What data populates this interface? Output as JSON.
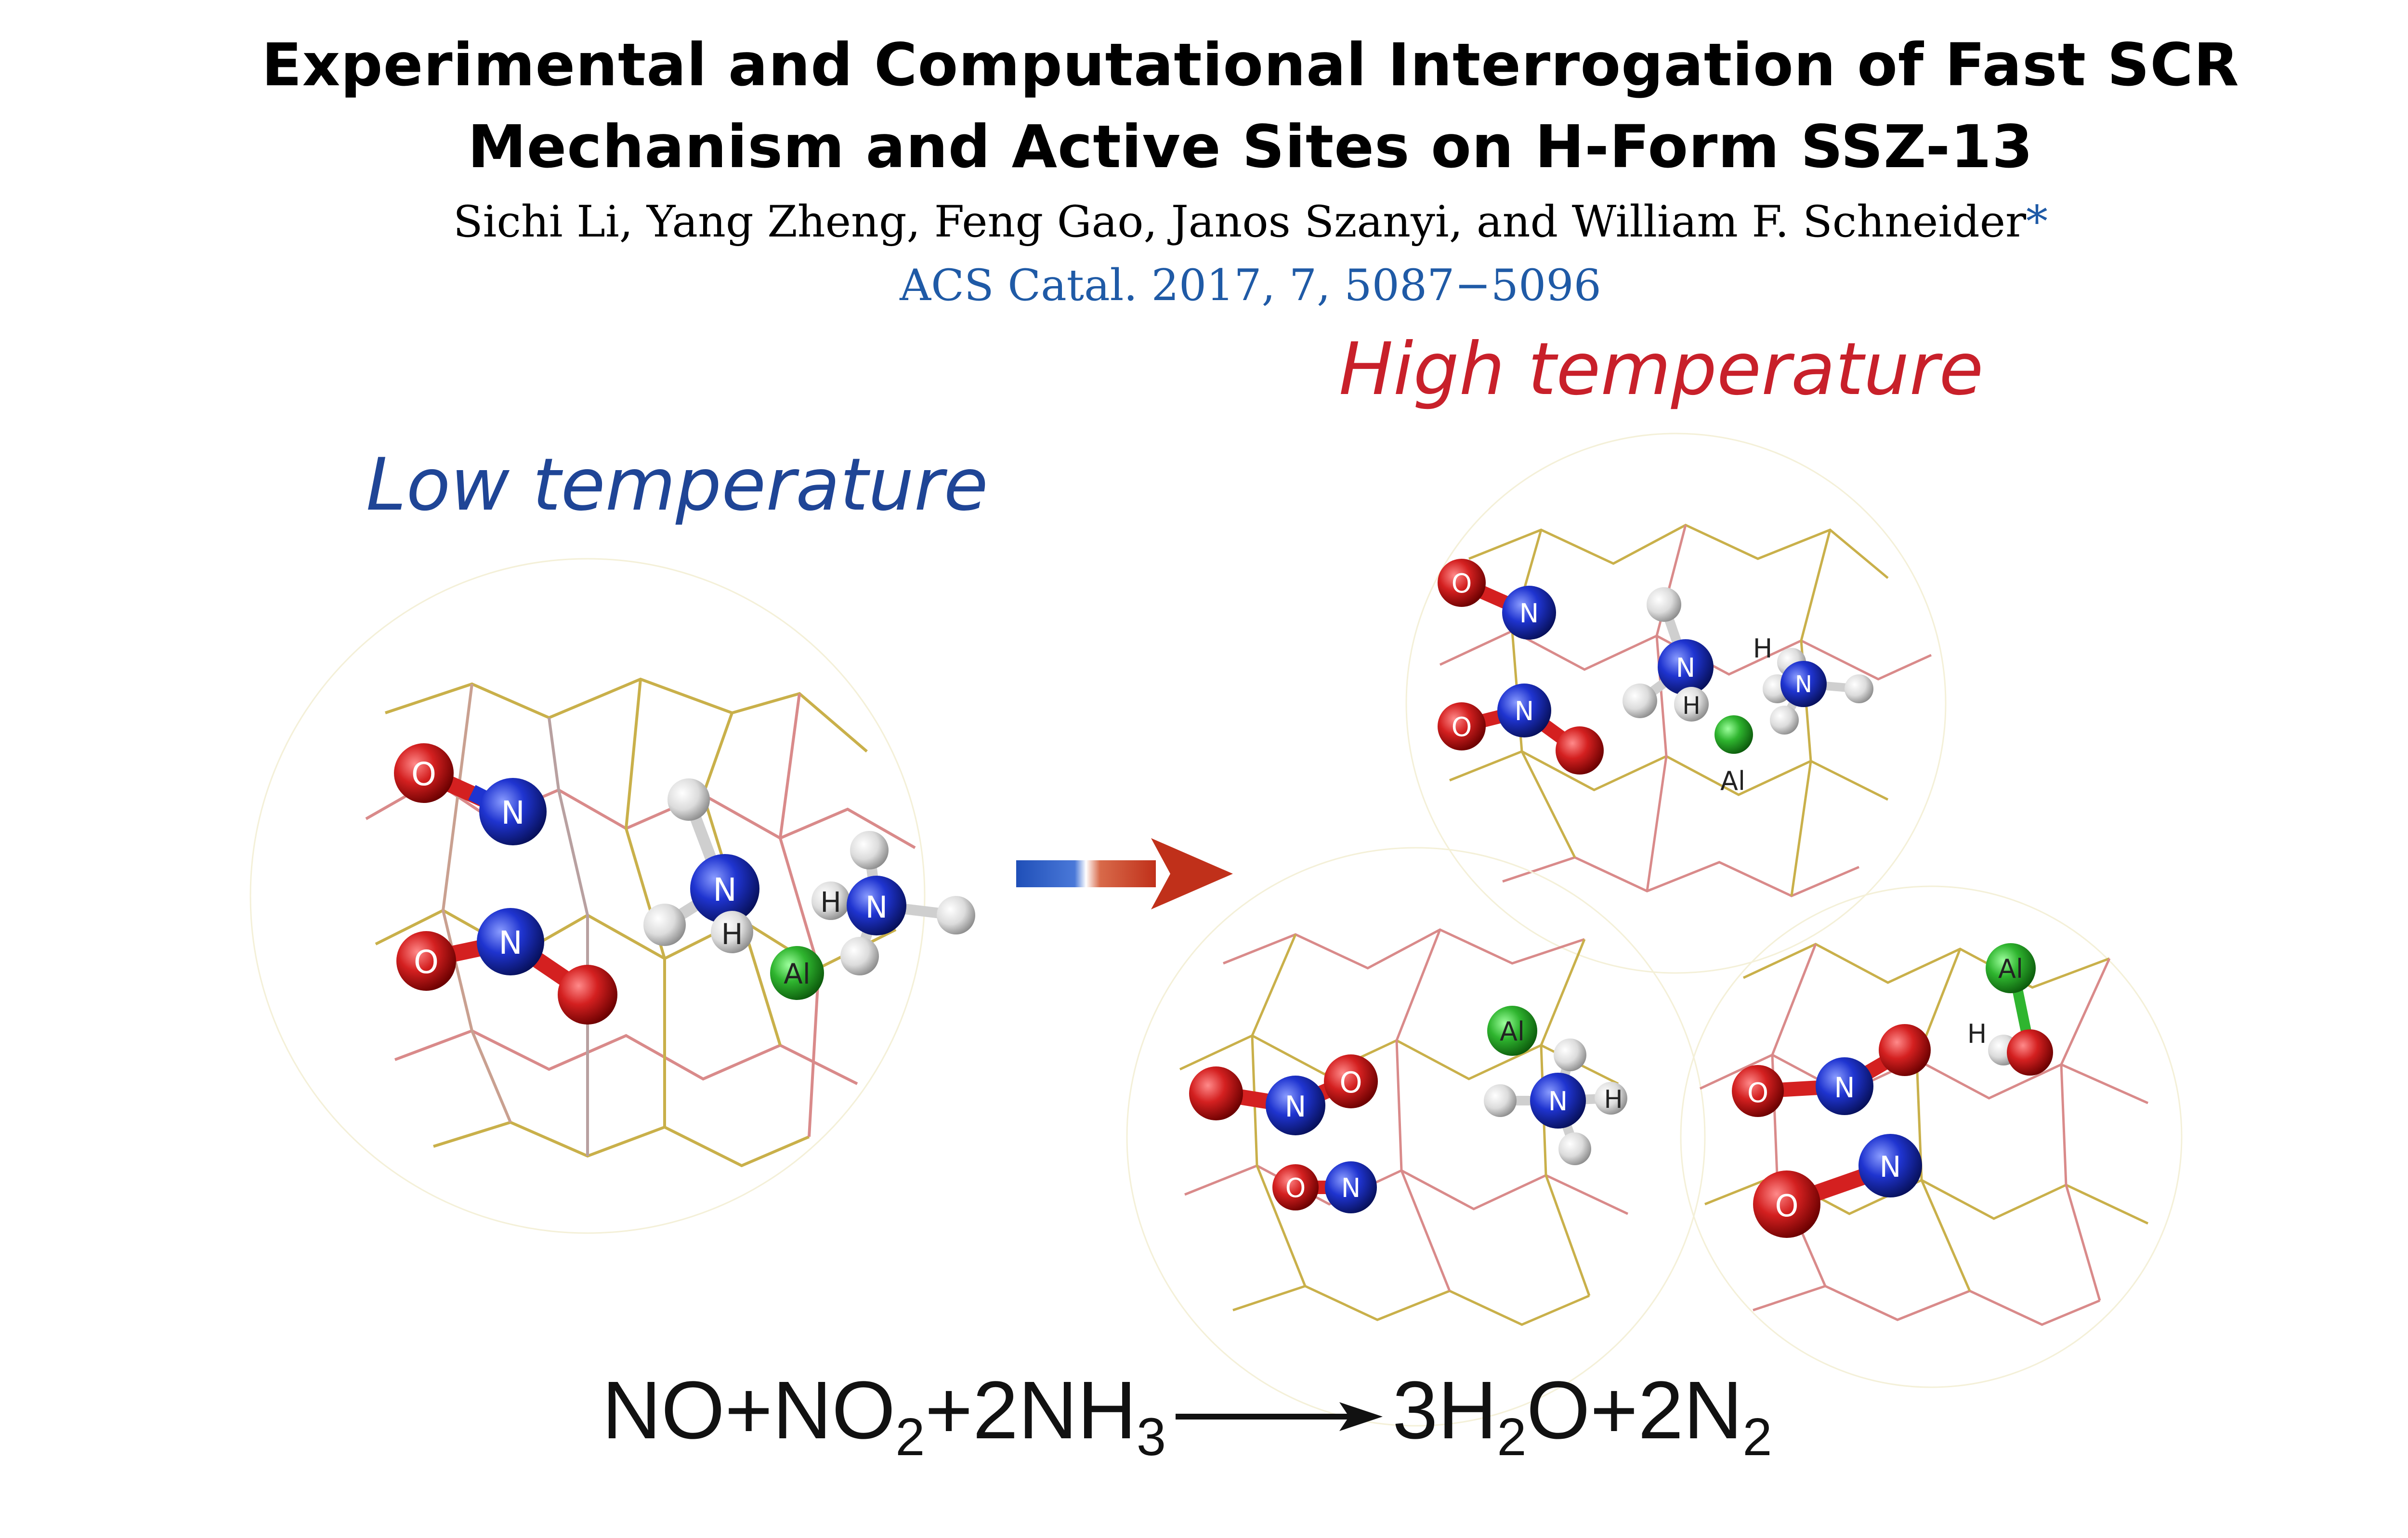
{
  "title_line1": "Experimental and Computational Interrogation of Fast SCR",
  "title_line2": "Mechanism and Active Sites on H-Form SSZ-13",
  "authors": "Sichi Li, Yang Zheng, Feng Gao, Janos Szanyi, and William F. Schneider",
  "author_mark": "*",
  "citation": "ACS Catal. 2017, 7, 5087−5096",
  "label_low": "Low temperature",
  "label_high": "High temperature",
  "equation": {
    "left_a": "NO+NO",
    "sub_2a": "2",
    "left_b": "+2NH",
    "sub_3": "3",
    "right_a": "3H",
    "sub_2b": "2",
    "right_b": "O+2N",
    "sub_2c": "2"
  },
  "atom_labels": {
    "o": "O",
    "n": "N",
    "h": "H",
    "al": "Al"
  },
  "colors": {
    "oxygen": "#c81c1c",
    "nitrogen": "#1a2fc4",
    "hydrogen": "#e6e6e6",
    "aluminum": "#2fb52f",
    "low_label": "#1f4596",
    "high_label": "#c8202a",
    "citation": "#1f5aa6"
  }
}
